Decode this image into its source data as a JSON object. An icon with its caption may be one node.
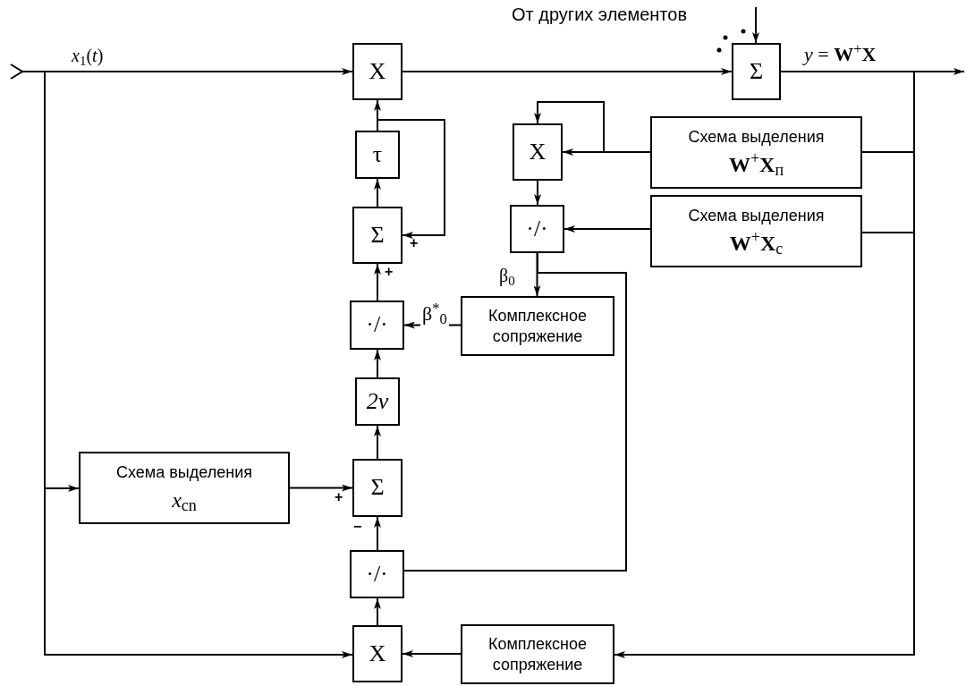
{
  "diagram": {
    "nodes": [
      {
        "text": [
          "X"
        ]
      },
      {
        "text": [
          "Σ"
        ]
      },
      {
        "text": [
          "τ"
        ]
      },
      {
        "text": [
          "Σ"
        ]
      },
      {
        "text": [
          "·/·"
        ]
      },
      {
        "text": [
          "2v"
        ]
      },
      {
        "text": [
          "Σ"
        ]
      },
      {
        "text": [
          "·/·"
        ]
      },
      {
        "text": [
          "X"
        ]
      },
      {
        "text": [
          "X"
        ]
      },
      {
        "text": [
          "·/·"
        ]
      },
      {
        "text": [
          "Схема выделения",
          "**W**$^{+}$**X**$_{п}$"
        ]
      },
      {
        "text": [
          "Схема выделения",
          "**W**$^{+}$**X**$_{с}$"
        ]
      },
      {
        "text": [
          "Комплексное сопряжение"
        ]
      },
      {
        "text": [
          "Схема выделения",
          "*x*$_{cn}$"
        ]
      },
      {
        "text": [
          "Комплексное сопряжение"
        ]
      }
    ],
    "edges": [
      {
        "from": null,
        "to": 0,
        "arrow": "to",
        "label": "*x*$_{1}$(*t*)"
      },
      {
        "from": null,
        "to": 14,
        "arrow": "to"
      },
      {
        "from": null,
        "to": 8,
        "arrow": "to"
      },
      {
        "from": 0,
        "to": 1,
        "arrow": "to"
      },
      {
        "from": null,
        "to": 1,
        "arrow": "to"
      },
      {
        "from": 1,
        "to": null,
        "arrow": "to",
        "label": "*y* = **W**$^{+}$**X**"
      },
      {
        "from": 1,
        "to": 11,
        "arrow": "none"
      },
      {
        "from": 1,
        "to": 12,
        "arrow": "none"
      },
      {
        "from": 1,
        "to": 15,
        "arrow": "to"
      },
      {
        "from": 11,
        "to": 9,
        "arrow": "to"
      },
      {
        "from": 11,
        "to": 9,
        "arrow": "to"
      },
      {
        "from": 9,
        "to": 10,
        "arrow": "to"
      },
      {
        "from": 12,
        "to": 10,
        "arrow": "to"
      },
      {
        "from": 10,
        "to": 13,
        "arrow": "to",
        "label": "β$_{0}$"
      },
      {
        "from": 10,
        "to": 7,
        "arrow": "none"
      },
      {
        "from": 13,
        "to": 4,
        "arrow": "to",
        "label": "β$^{*}$$_{0}$"
      },
      {
        "from": 15,
        "to": 8,
        "arrow": "to"
      },
      {
        "from": 8,
        "to": 7,
        "arrow": "to"
      },
      {
        "from": 7,
        "to": 6,
        "arrow": "to"
      },
      {
        "from": 14,
        "to": 6,
        "arrow": "to"
      },
      {
        "from": 6,
        "to": 5,
        "arrow": "to"
      },
      {
        "from": 5,
        "to": 4,
        "arrow": "to"
      },
      {
        "from": 4,
        "to": 3,
        "arrow": "to"
      },
      {
        "from": 3,
        "to": 2,
        "arrow": "to"
      },
      {
        "from": 2,
        "to": 0,
        "arrow": "to"
      },
      {
        "from": 2,
        "to": 3,
        "arrow": "to"
      }
    ],
    "labels": [
      "От других элементов",
      "+",
      "+",
      "+",
      "−"
    ]
  }
}
